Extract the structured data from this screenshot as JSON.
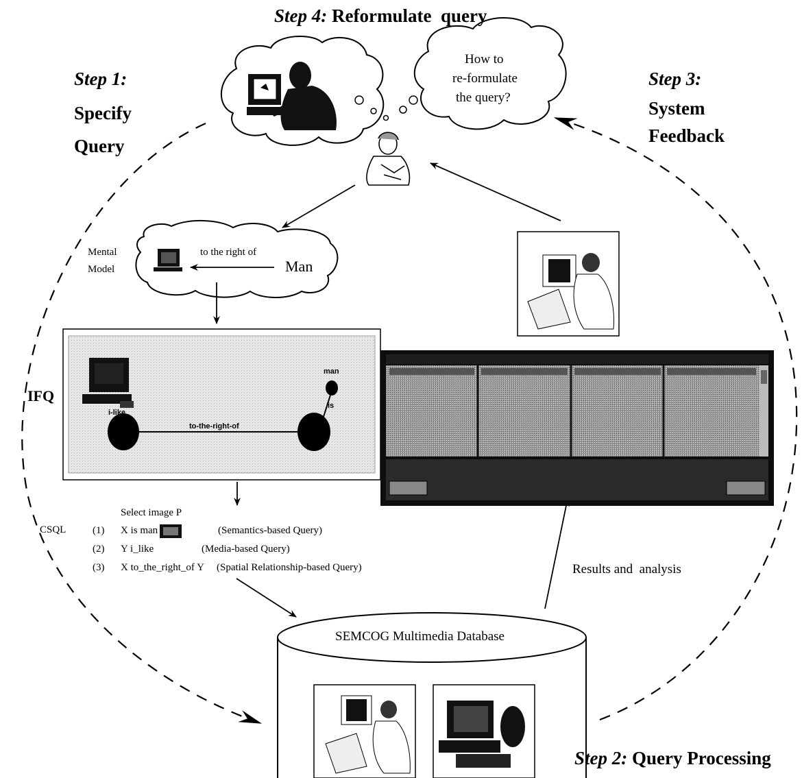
{
  "steps": {
    "step4": {
      "num": "Step 4:",
      "label": "Reformulate  query"
    },
    "step1": {
      "num": "Step 1:",
      "line1": "Specify",
      "line2": "Query"
    },
    "step3": {
      "num": "Step 3:",
      "line1": "System",
      "line2": "Feedback"
    },
    "step2": {
      "num": "Step 2:",
      "label": "Query Processing"
    }
  },
  "thought_bubble": {
    "lines": [
      "How to",
      "re-formulate",
      "the query?"
    ]
  },
  "mental_model": {
    "label_line1": "Mental",
    "label_line2": "Model",
    "relation": "to the right of",
    "object": "Man"
  },
  "ifq": {
    "label": "IFQ",
    "node_right_label": "man",
    "node_right_sub": "is",
    "node_left_label": "i-like",
    "edge_label": "to-the-right-of"
  },
  "csql": {
    "label": "CSQL",
    "header": "Select image P",
    "lines": [
      {
        "num": "(1)",
        "text": "X is man",
        "note": "(Semantics-based Query)"
      },
      {
        "num": "(2)",
        "text": "Y i_like",
        "note": "(Media-based Query)"
      },
      {
        "num": "(3)",
        "text": "X to_the_right_of Y",
        "note": "(Spatial Relationship-based Query)"
      }
    ]
  },
  "database": {
    "label": "SEMCOG Multimedia Database"
  },
  "results_label": "Results and  analysis",
  "colors": {
    "ink": "#000000",
    "panel_gray": "#c8c8c8",
    "window_dark": "#1a1a1a"
  }
}
